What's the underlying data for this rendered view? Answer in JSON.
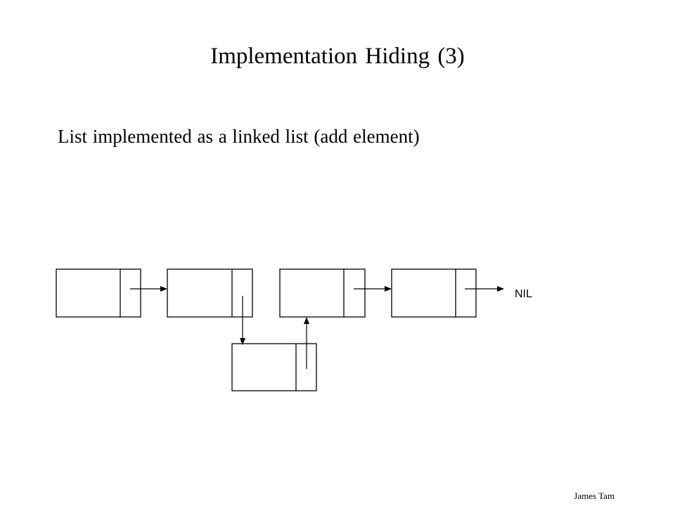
{
  "slide": {
    "title": "Implementation Hiding (3)",
    "subtitle": "List implemented as a linked list (add element)",
    "author": "James Tam"
  },
  "diagram": {
    "nodes": [
      "node-1",
      "node-2",
      "node-3",
      "node-4",
      "new-node"
    ],
    "terminator_label": "NIL",
    "colors": {
      "stroke": "#000000",
      "background": "#ffffff"
    }
  }
}
